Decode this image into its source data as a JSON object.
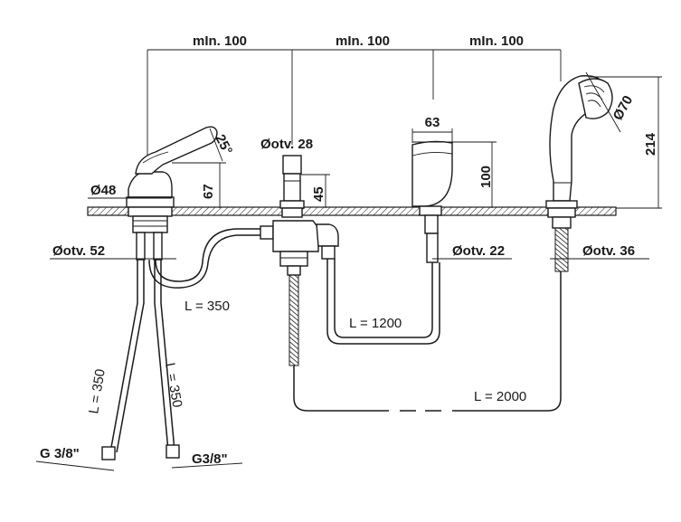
{
  "dimensions": {
    "spacing_left": "mIn. 100",
    "spacing_middle": "mIn. 100",
    "spacing_right": "mIn. 100",
    "hole_28": "Øotv. 28",
    "height_45": "45",
    "width_63": "63",
    "height_100": "100",
    "height_214": "214",
    "angle_25": "25°",
    "height_67": "67",
    "diameter_48": "Ø48",
    "diameter_70": "Ø70",
    "hole_52": "Øotv. 52",
    "hole_22": "Øotv. 22",
    "hole_36": "Øotv. 36"
  },
  "hoses": {
    "loop_350": "L = 350",
    "loop_1200": "L = 1200",
    "shower_2000": "L = 2000",
    "supply_left": "L = 350",
    "supply_right": "L = 350"
  },
  "threads": {
    "left": "G 3/8\"",
    "right": "G3/8\""
  }
}
